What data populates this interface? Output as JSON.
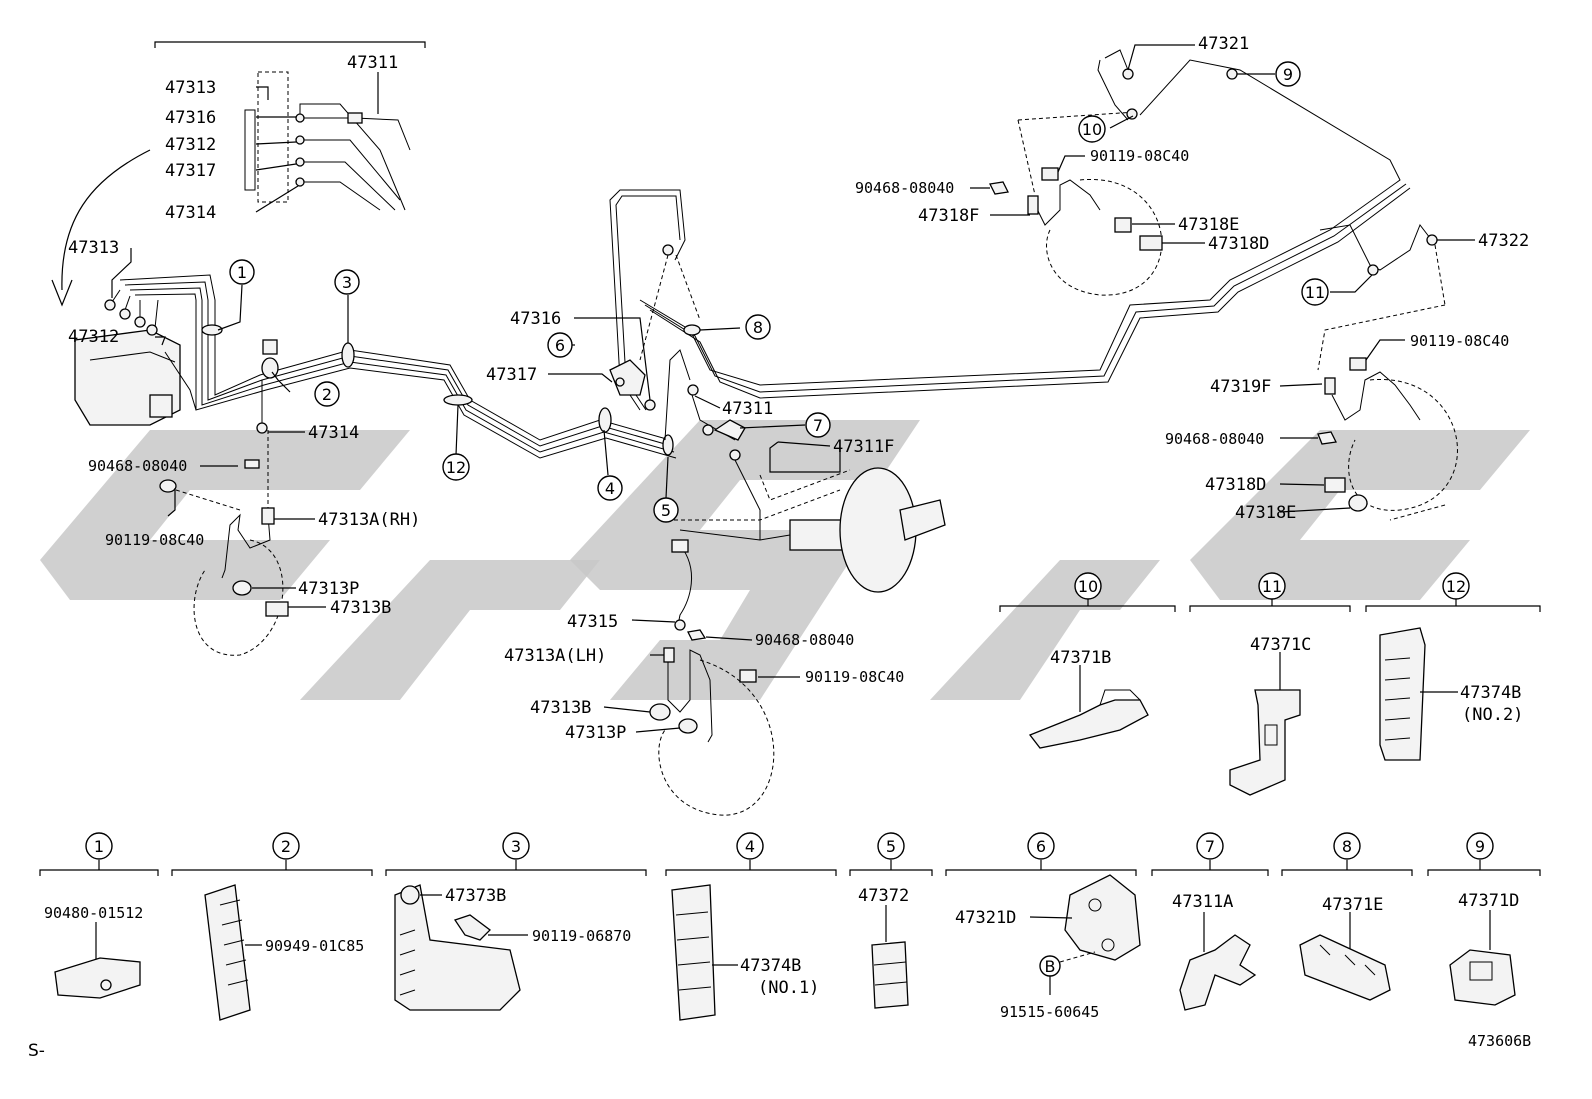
{
  "labels": {
    "l47311_top": "47311",
    "l47313_top": "47313",
    "l47316_top": "47316",
    "l47312_top": "47312",
    "l47317_top": "47317",
    "l47314_top": "47314",
    "l47313": "47313",
    "l47312": "47312",
    "l47314": "47314",
    "l90468_a": "90468-08040",
    "l90119_a": "90119-08C40",
    "l47313A_rh": "47313A(RH)",
    "l47313P_a": "47313P",
    "l47313B_a": "47313B",
    "l47316": "47316",
    "l47317": "47317",
    "l47311": "47311",
    "l47311F": "47311F",
    "l47315": "47315",
    "l90468_b": "90468-08040",
    "l47313A_lh": "47313A(LH)",
    "l90119_b": "90119-08C40",
    "l47313B_b": "47313B",
    "l47313P_b": "47313P",
    "l47321": "47321",
    "l90119_c": "90119-08C40",
    "l90468_c": "90468-08040",
    "l47318F": "47318F",
    "l47318E_a": "47318E",
    "l47318D_a": "47318D",
    "l47322": "47322",
    "l90119_d": "90119-08C40",
    "l47319F": "47319F",
    "l90468_d": "90468-08040",
    "l47318D_b": "47318D",
    "l47318E_b": "47318E",
    "l47371B": "47371B",
    "l47371C": "47371C",
    "l47374B_2": "47374B",
    "l47374B_2_sub": "(NO.2)",
    "l90480": "90480-01512",
    "l90949": "90949-01C85",
    "l47373B": "47373B",
    "l90119_06870": "90119-06870",
    "l47374B_1": "47374B",
    "l47374B_1_sub": "(NO.1)",
    "l47372": "47372",
    "l47321D": "47321D",
    "l91515": "91515-60645",
    "l47311A": "47311A",
    "l47371E": "47371E",
    "l47371D": "47371D",
    "page_code": "S-",
    "figure_number": "473606B"
  },
  "callouts": {
    "c1": "1",
    "c2": "2",
    "c3": "3",
    "c4": "4",
    "c5": "5",
    "c6": "6",
    "c7": "7",
    "c8": "8",
    "c9": "9",
    "c10": "10",
    "c11": "11",
    "c12": "12",
    "b_letter": "B",
    "k1": "1",
    "k2": "2",
    "k3": "3",
    "k4": "4",
    "k5": "5",
    "k6": "6",
    "k7": "7",
    "k8": "8",
    "k9": "9",
    "k10": "10",
    "k11": "11",
    "k12": "12"
  }
}
